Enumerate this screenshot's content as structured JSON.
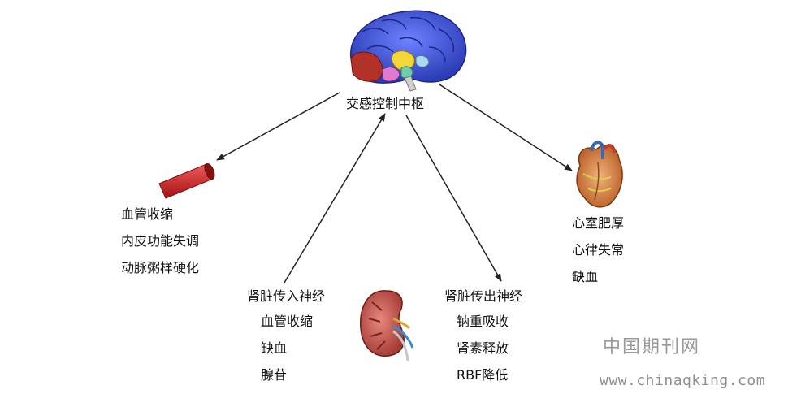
{
  "center": {
    "label": "交感控制中枢",
    "icon": "brain-icon"
  },
  "vessel": {
    "icon": "blood-vessel-icon",
    "effects": [
      "血管收缩",
      "内皮功能失调",
      "动脉粥样硬化"
    ]
  },
  "heart": {
    "icon": "heart-icon",
    "effects": [
      "心室肥厚",
      "心律失常",
      "缺血"
    ]
  },
  "kidney": {
    "icon": "kidney-icon"
  },
  "afferent": {
    "title": "肾脏传入神经",
    "items": [
      "血管收缩",
      "缺血",
      "腺苷"
    ]
  },
  "efferent": {
    "title": "肾脏传出神经",
    "items": [
      "钠重吸收",
      "肾素释放",
      "RBF降低"
    ]
  },
  "watermark": {
    "name": "中国期刊网",
    "url": "www.chinaqking.com"
  },
  "colors": {
    "arrow": "#222222",
    "brain_cortex": "#3d4fcf",
    "vessel": "#cc2020",
    "heart": "#c9703a",
    "kidney": "#c0504a",
    "watermark": "#999999"
  }
}
